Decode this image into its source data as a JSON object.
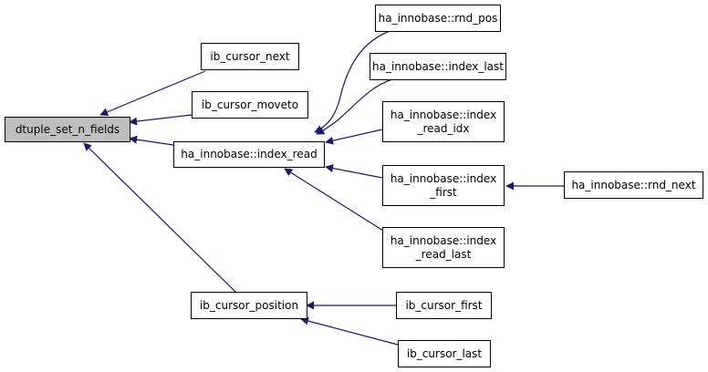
{
  "nodes": {
    "dtuple_set_n_fields": {
      "lines": [
        "dtuple_set_n_fields"
      ]
    },
    "ib_cursor_next": {
      "lines": [
        "ib_cursor_next"
      ]
    },
    "ib_cursor_moveto": {
      "lines": [
        "ib_cursor_moveto"
      ]
    },
    "ha_innobase_index_read": {
      "lines": [
        "ha_innobase::index_read"
      ]
    },
    "ib_cursor_position": {
      "lines": [
        "ib_cursor_position"
      ]
    },
    "ha_innobase_rnd_pos": {
      "lines": [
        "ha_innobase::rnd_pos"
      ]
    },
    "ha_innobase_index_last": {
      "lines": [
        "ha_innobase::index_last"
      ]
    },
    "ha_innobase_index_read_idx": {
      "lines": [
        "ha_innobase::index",
        "_read_idx"
      ]
    },
    "ha_innobase_index_first": {
      "lines": [
        "ha_innobase::index",
        "_first"
      ]
    },
    "ha_innobase_index_read_last": {
      "lines": [
        "ha_innobase::index",
        "_read_last"
      ]
    },
    "ha_innobase_rnd_next": {
      "lines": [
        "ha_innobase::rnd_next"
      ]
    },
    "ib_cursor_first": {
      "lines": [
        "ib_cursor_first"
      ]
    },
    "ib_cursor_last": {
      "lines": [
        "ib_cursor_last"
      ]
    }
  },
  "colors": {
    "edge": "#191970",
    "root_fill": "#bfbfbf",
    "node_fill": "#ffffff",
    "border": "#000000"
  }
}
